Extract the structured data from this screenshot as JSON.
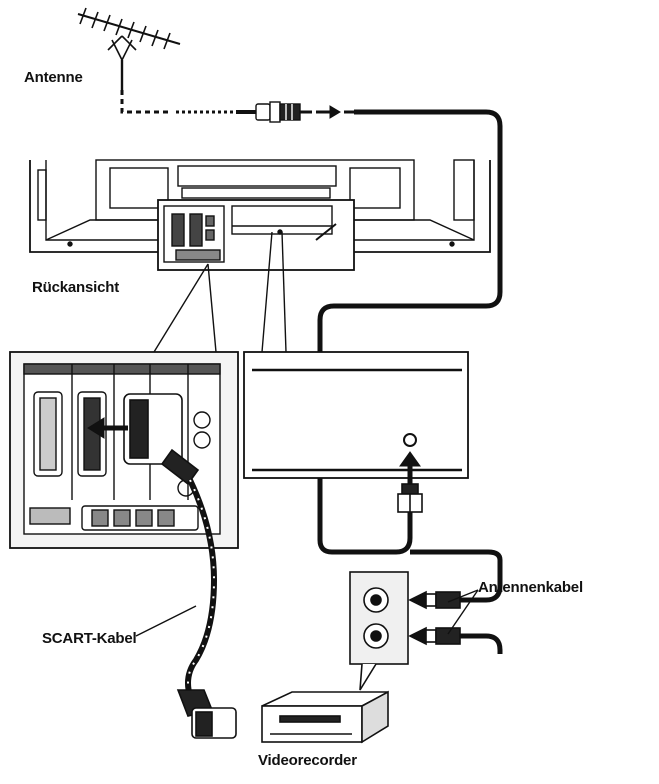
{
  "labels": {
    "antenna": "Antenne",
    "rear_view": "Rückansicht",
    "antenna_cable": "Antennenkabel",
    "scart_cable": "SCART-Kabel",
    "video_recorder": "Videorecorder"
  },
  "colors": {
    "line": "#111111",
    "panel": "#f4f4f4",
    "background": "#ffffff"
  }
}
